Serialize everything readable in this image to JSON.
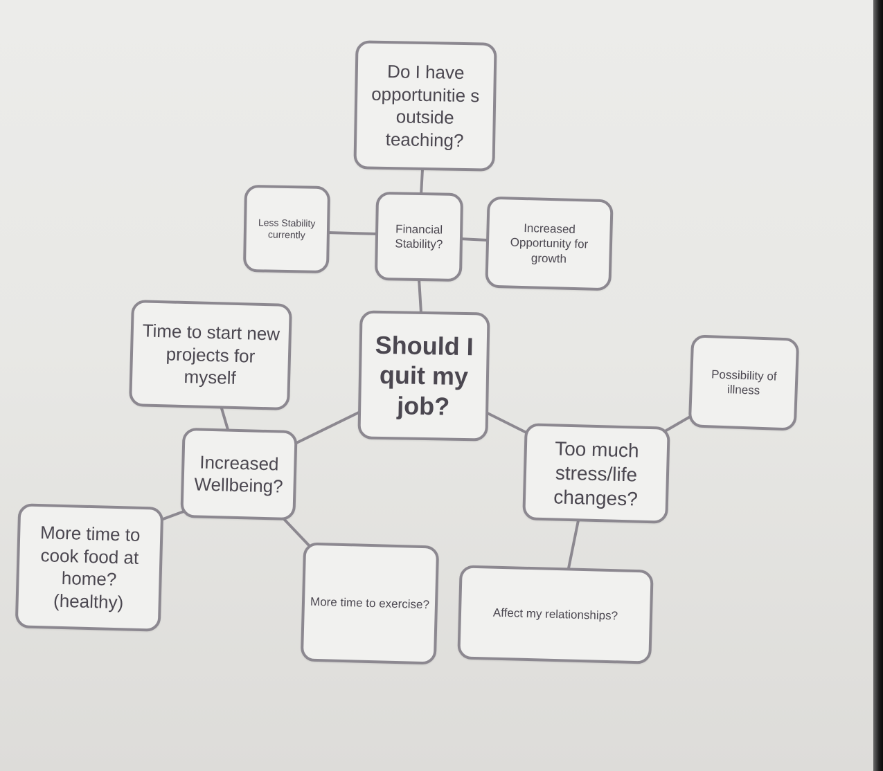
{
  "diagram": {
    "center": {
      "label": "Should I quit my job?"
    },
    "nodes": {
      "opportunities": "Do I have opportunitie s outside teaching?",
      "financial": "Financial Stability?",
      "less_stability": "Less Stability currently",
      "increased_opportunity": "Increased Opportunity for growth",
      "time_projects": "Time to start new projects for myself",
      "possibility_illness": "Possibility of illness",
      "wellbeing": "Increased Wellbeing?",
      "stress": "Too much stress/life changes?",
      "cook_food": "More time to cook food at home? (healthy)",
      "exercise": "More time to exercise?",
      "relationships": "Affect my relationships?"
    }
  },
  "colors": {
    "border": "#8c8890",
    "text": "#4b4750",
    "background": "#e9e9e6"
  }
}
